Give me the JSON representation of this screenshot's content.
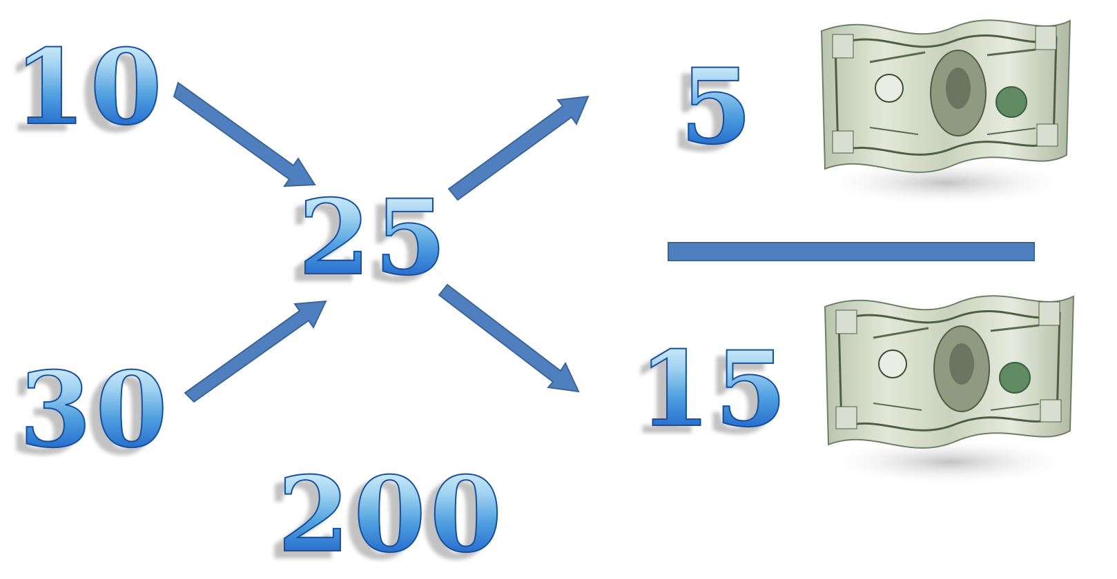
{
  "numbers": {
    "top_left": "10",
    "bottom_left": "30",
    "center": "25",
    "bottom_center": "200",
    "numerator": "5",
    "denominator": "15"
  },
  "colors": {
    "arrow_fill": "#4f7fbf",
    "arrow_stroke": "#3a6596",
    "digit_blue": "#3f8fd6",
    "bill_green": "#cfd8c3"
  },
  "icons": {
    "bill_top": "hundred-dollar-bill-icon",
    "bill_bottom": "hundred-dollar-bill-icon"
  }
}
